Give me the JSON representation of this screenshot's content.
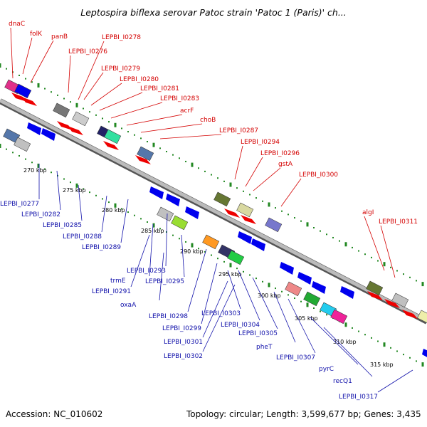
{
  "title": "Leptospira biflexa serovar Patoc strain 'Patoc 1 (Paris)' ch...",
  "footer": {
    "accession": "Accession: NC_010602",
    "topology": "Topology: circular; Length: 3,599,677 bp; Genes: 3,435"
  },
  "colors": {
    "forward_label": "#d40000",
    "reverse_label": "#1010aa",
    "forward_gene": "#ee0000",
    "reverse_gene": "#0000ee",
    "backbone": "#999999",
    "tick": "#228822"
  },
  "ticks": [
    "270 kbp",
    "275 kbp",
    "280 kbp",
    "285 kbp",
    "290 kbp",
    "295 kbp",
    "300 kbp",
    "305 kbp",
    "310 kbp",
    "315 kbp"
  ],
  "forward_genes": [
    "dnaC",
    "folK",
    "panB",
    "LEPBI_I0278",
    "LEPBI_I0276",
    "LEPBI_I0279",
    "LEPBI_I0280",
    "LEPBI_I0281",
    "LEPBI_I0283",
    "acrF",
    "choB",
    "LEPBI_I0287",
    "LEPBI_I0294",
    "LEPBI_I0296",
    "gstA",
    "LEPBI_I0300",
    "algI",
    "LEPBI_I0311"
  ],
  "reverse_genes": [
    "LEPBI_I0277",
    "LEPBI_I0282",
    "LEPBI_I0285",
    "LEPBI_I0288",
    "LEPBI_I0289",
    "LEPBI_I0293",
    "trmE",
    "LEPBI_I0291",
    "LEPBI_I0295",
    "oxaA",
    "LEPBI_I0298",
    "LEPBI_I0303",
    "LEPBI_I0299",
    "LEPBI_I0304",
    "LEPBI_I0305",
    "LEPBI_I0301",
    "LEPBI_I0302",
    "pheT",
    "LEPBI_I0307",
    "pyrC",
    "recQ1",
    "LEPBI_I0317"
  ]
}
